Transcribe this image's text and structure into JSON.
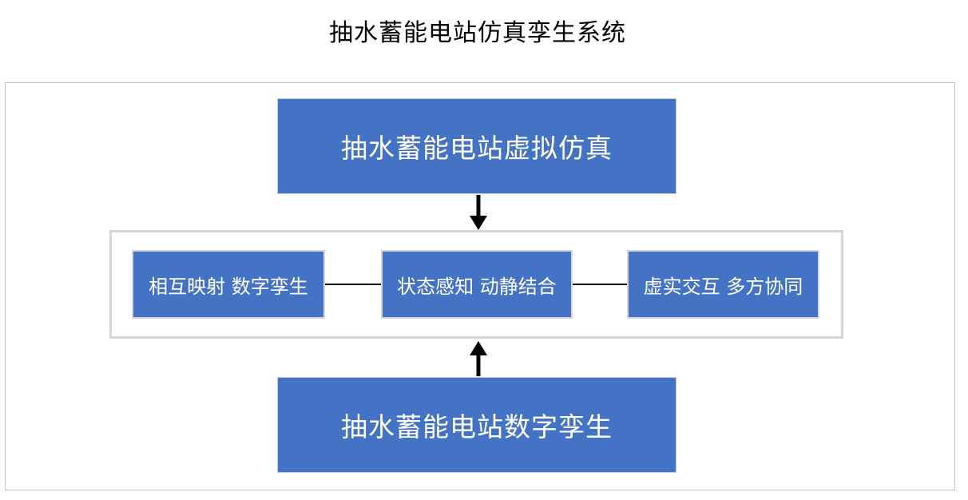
{
  "title": "抽水蓄能电站仿真孪生系统",
  "colors": {
    "box_blue": "#4472C4",
    "box_text": "#FFFFFF",
    "outer_border": "#C1C1C1",
    "inner_border": "#D6D6D6",
    "arrow_color": "#000000"
  },
  "diagram": {
    "top_box": {
      "label": "抽水蓄能电站虚拟仿真"
    },
    "middle_boxes": [
      {
        "label": "相互映射 数字孪生"
      },
      {
        "label": "状态感知 动静结合"
      },
      {
        "label": "虚实交互 多方协同"
      }
    ],
    "bottom_box": {
      "label": "抽水蓄能电站数字孪生"
    }
  }
}
